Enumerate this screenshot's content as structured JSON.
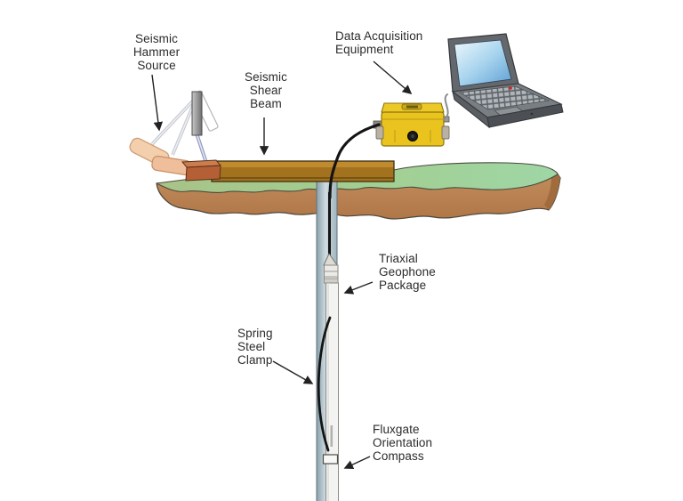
{
  "diagram": {
    "description": "Downhole seismic test setup illustration",
    "labels": [
      {
        "id": "seismic-hammer-source",
        "text": "Seismic\nHammer\nSource",
        "align": "center"
      },
      {
        "id": "seismic-shear-beam",
        "text": "Seismic\nShear\nBeam",
        "align": "center"
      },
      {
        "id": "data-acquisition-equipment",
        "text": "Data Acquisition\nEquipment",
        "align": "left"
      },
      {
        "id": "triaxial-geophone-package",
        "text": "Triaxial\nGeophone\nPackage",
        "align": "left"
      },
      {
        "id": "spring-steel-clamp",
        "text": "Spring\nSteel\nClamp",
        "align": "left"
      },
      {
        "id": "fluxgate-orientation-compass",
        "text": "Fluxgate\nOrientation\nCompass",
        "align": "left"
      }
    ],
    "colors": {
      "label_text": "#2b2b2b",
      "grass": "#a6c78d",
      "grass_right": "#a2d6a4",
      "soil": "#bd8a59",
      "beam_top": "#c08a2e",
      "beam_front": "#a3721f",
      "strike_block": "#b45f35",
      "hammer_head": "#f3cfae",
      "borehole": "#b7c9cf",
      "probe_body": "#f3f3f1",
      "cable": "#141414",
      "daq_box": "#eac31f",
      "laptop_body": "#64686c",
      "laptop_screen_light": "#eef8fd",
      "laptop_screen_dark": "#5d9fd4",
      "arrow": "#222222"
    }
  }
}
